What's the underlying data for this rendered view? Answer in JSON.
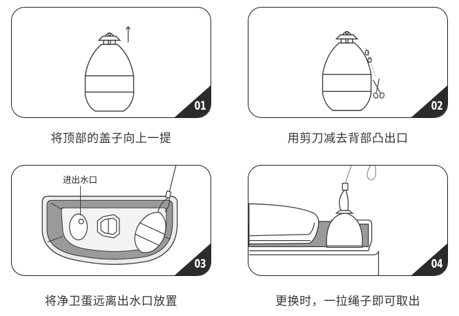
{
  "colors": {
    "line": "#3a3a3a",
    "badge": "#2b2b2b",
    "tray_gray": "#9a9a9a",
    "tray_light": "#e4e4e4",
    "caption": "#333333"
  },
  "steps": [
    {
      "number": "01",
      "caption": "将顶部的盖子向上一提",
      "illustration": "egg-with-cap-lift-arrow",
      "icons": [
        "up-arrow-icon"
      ]
    },
    {
      "number": "02",
      "caption": "用剪刀减去背部凸出口",
      "illustration": "egg-with-scissors-cutting",
      "icons": [
        "scissors-icon"
      ]
    },
    {
      "number": "03",
      "caption": "将净卫蛋远离出水口放置",
      "illustration": "tray-with-water-outlet-and-egg",
      "callout": "进出水口"
    },
    {
      "number": "04",
      "caption": "更换时，一拉绳子即可取出",
      "illustration": "egg-pulled-by-string-from-tank"
    }
  ]
}
